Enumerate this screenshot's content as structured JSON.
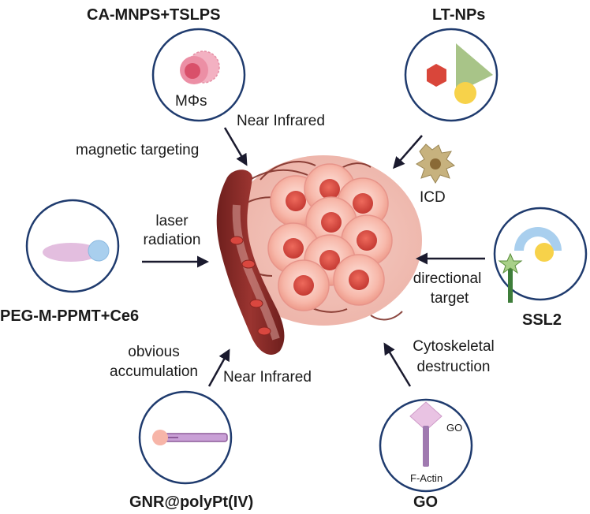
{
  "nodes": {
    "top_left": {
      "title": "CA-MNPS+TSLPS",
      "inner_label": "MΦs"
    },
    "top_right": {
      "title": "LT-NPs",
      "side_label": "ICD"
    },
    "middle_left": {
      "title": "PEG-M-PPMT+Ce6"
    },
    "middle_right": {
      "title": "SSL2"
    },
    "bottom_left": {
      "title": "GNR@polyPt(IV)"
    },
    "bottom_right": {
      "title": "GO",
      "inner_label_top": "GO",
      "inner_label_bottom": "F-Actin"
    }
  },
  "edges": {
    "top_left_a": "Near Infrared",
    "top_left_b": "magnetic targeting",
    "middle_left_1": "laser",
    "middle_left_2": "radiation",
    "middle_right_1": "directional",
    "middle_right_2": "target",
    "bottom_left_1": "obvious",
    "bottom_left_2": "accumulation",
    "bottom_left_3": "Near Infrared",
    "bottom_right_1": "Cytoskeletal",
    "bottom_right_2": "destruction"
  },
  "colors": {
    "circle_stroke": "#1f3b6e",
    "arrow": "#1a1a2e",
    "tumor_cell": "#f5a99a",
    "nucleus": "#d9473f",
    "vessel": "#8a2b28",
    "green_shape": "#a8c488",
    "hexagon": "#d9463a",
    "yellow_ball": "#f7d24a",
    "purple_shape": "#c9a0d6",
    "blue_ball": "#a9cfee"
  }
}
